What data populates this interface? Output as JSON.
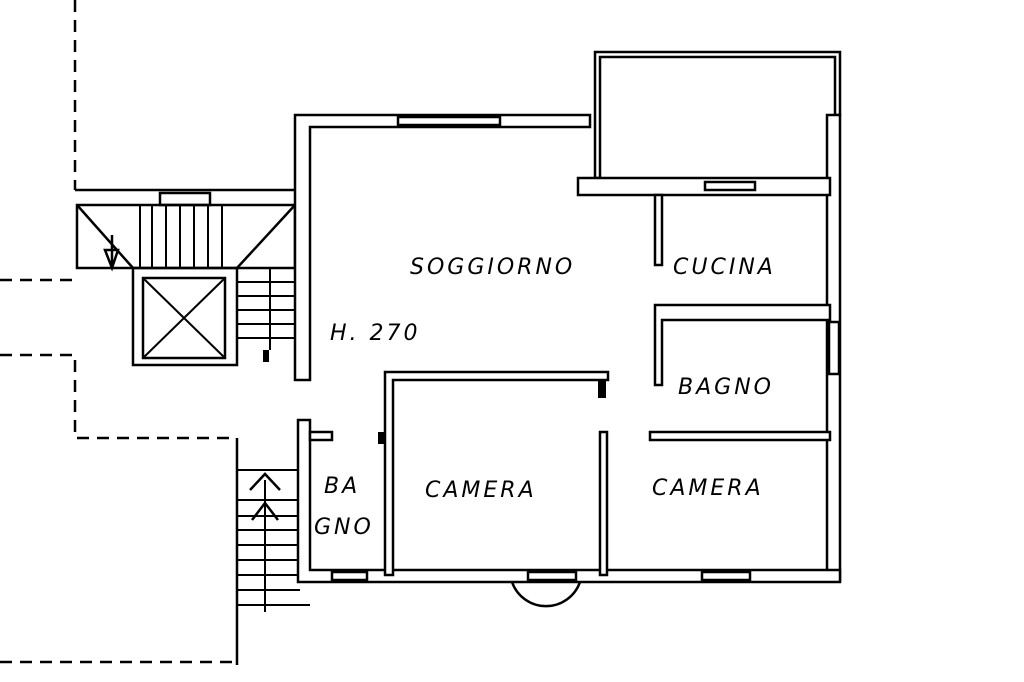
{
  "plan": {
    "rooms": {
      "living": "SOGGIORNO",
      "kitchen": "CUCINA",
      "bathroom": "BAGNO",
      "bedroom_left": "CAMERA",
      "bedroom_right": "CAMERA",
      "bathroom_small_line1": "BA",
      "bathroom_small_line2": "GNO"
    },
    "ceiling_height": "H. 270"
  }
}
